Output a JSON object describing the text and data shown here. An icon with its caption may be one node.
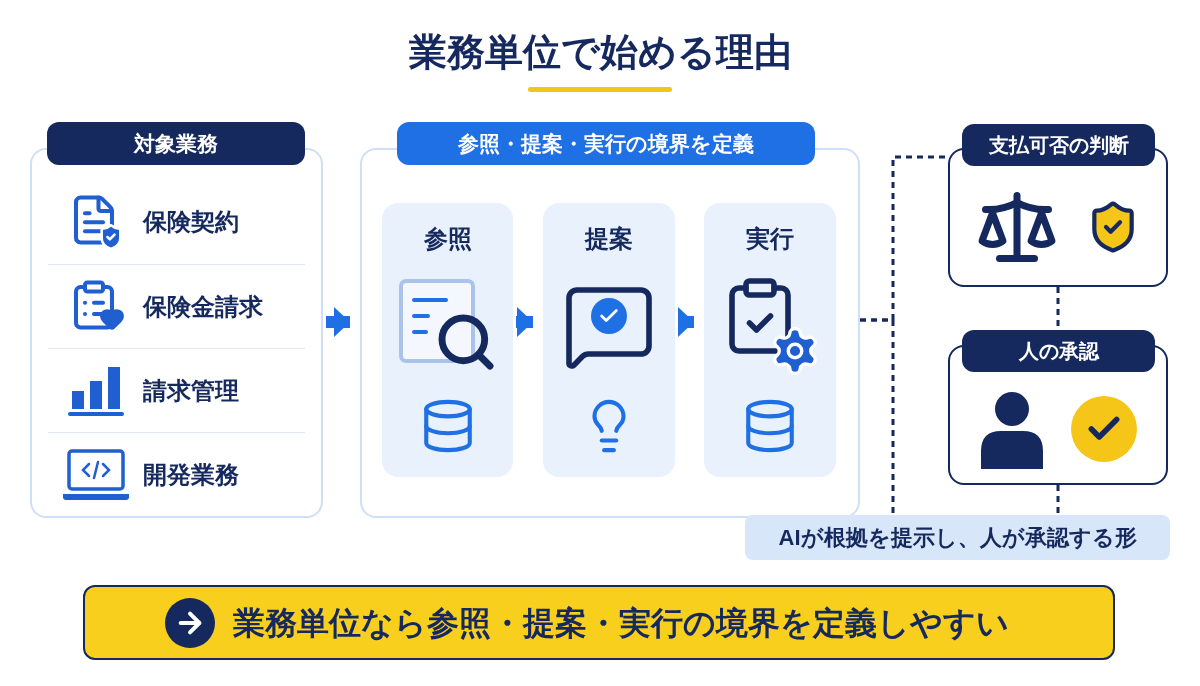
{
  "diagram": {
    "title": "業務単位で始める理由",
    "nodes": [
      {
        "text": [
          "対象業務",
          "保険契約",
          "保険金請求",
          "請求管理",
          "開発業務"
        ]
      },
      {
        "text": [
          "参照・提案・実行の境界を定義"
        ]
      },
      {
        "text": [
          "参照"
        ],
        "in": 1
      },
      {
        "text": [
          "提案"
        ],
        "in": 1
      },
      {
        "text": [
          "実行"
        ],
        "in": 1
      },
      {
        "text": [
          "支払可否の判断"
        ]
      },
      {
        "text": [
          "人の承認"
        ]
      },
      {
        "text": [
          "AIが根拠を提示し、人が承認する形"
        ]
      },
      {
        "text": [
          "業務単位なら参照・提案・実行の境界を定義しやすい"
        ]
      }
    ],
    "edges": [
      {
        "from": 0,
        "to": 1,
        "arrow": "to",
        "style": "thick",
        "color": "#1f6fe5"
      },
      {
        "from": 2,
        "to": 3,
        "arrow": "to",
        "style": "thick",
        "color": "#1f6fe5"
      },
      {
        "from": 3,
        "to": 4,
        "arrow": "to",
        "style": "thick",
        "color": "#1f6fe5"
      },
      {
        "from": 1,
        "to": 5,
        "arrow": "none",
        "style": "dashed"
      },
      {
        "from": 1,
        "to": 7,
        "arrow": "none",
        "style": "dashed"
      },
      {
        "from": 5,
        "to": 6,
        "arrow": "none",
        "style": "dashed"
      },
      {
        "from": 6,
        "to": 7,
        "arrow": "none",
        "style": "dashed"
      }
    ]
  }
}
